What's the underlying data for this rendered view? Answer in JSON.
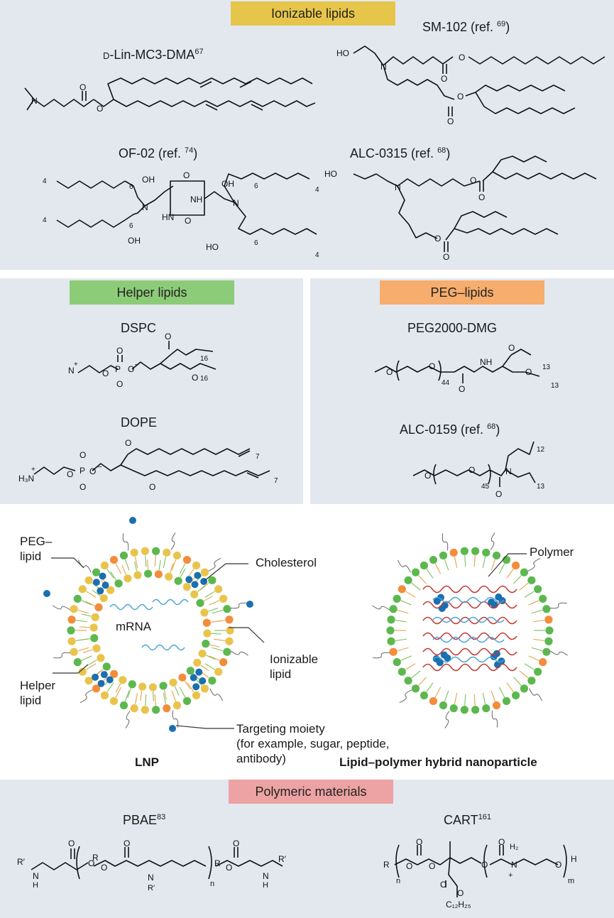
{
  "sections": {
    "ionizable": "Ionizable lipids",
    "helper": "Helper lipids",
    "peg": "PEG–lipids",
    "polymeric": "Polymeric materials"
  },
  "molecules": {
    "mc3": {
      "prefix": "D",
      "name": "-Lin-MC3-DMA",
      "ref": "67"
    },
    "sm102": {
      "name": "SM-102 (ref. ",
      "ref": "69",
      "close": ")"
    },
    "of02": {
      "name": "OF-02 (ref. ",
      "ref": "74",
      "close": ")"
    },
    "alc0315": {
      "name": "ALC-0315 (ref. ",
      "ref": "68",
      "close": ")"
    },
    "dspc": {
      "name": "DSPC"
    },
    "dope": {
      "name": "DOPE"
    },
    "peg2000": {
      "name": "PEG2000-DMG"
    },
    "alc0159": {
      "name": "ALC-0159 (ref. ",
      "ref": "68",
      "close": ")"
    },
    "pbae": {
      "name": "PBAE",
      "ref": "83"
    },
    "cart": {
      "name": "CART",
      "ref": "161"
    }
  },
  "atoms": {
    "N": "N",
    "O": "O",
    "OH": "OH",
    "HO": "HO",
    "NH": "NH",
    "HN": "HN",
    "P": "P",
    "minus": "–",
    "plus": "+",
    "H3N": "H₃N",
    "H": "H",
    "H2": "H₂",
    "R": "R",
    "Rp": "R′",
    "C12H25": "C₁₂H₂₅",
    "n4": "4",
    "n6": "6",
    "n16": "16",
    "n7": "7",
    "n13": "13",
    "n12": "12",
    "n44": "44",
    "n45": "45",
    "n": "n",
    "m": "m"
  },
  "nanoparticle": {
    "peg_lipid": [
      "PEG–",
      "lipid"
    ],
    "cholesterol": "Cholesterol",
    "mrna": "mRNA",
    "ionizable_lipid": [
      "Ionizable",
      "lipid"
    ],
    "helper_lipid": [
      "Helper",
      "lipid"
    ],
    "targeting": [
      "Targeting moiety",
      "(for example, sugar, peptide,",
      "antibody)"
    ],
    "polymer": "Polymer",
    "lnp": "LNP",
    "hybrid": "Lipid–polymer hybrid nanoparticle"
  },
  "colors": {
    "panel": "#e3e8ef",
    "ionizable_badge": "#e6c54b",
    "helper_badge": "#8ccc78",
    "peg_badge": "#f6ad6d",
    "polymeric_badge": "#eda3a3",
    "lipid_yellow": "#e9c44c",
    "lipid_green": "#5cb84e",
    "lipid_orange": "#f28d3c",
    "cholesterol_blue": "#1a6fb0",
    "mrna_blue": "#4ba3d6",
    "polymer_red": "#c23b35"
  }
}
